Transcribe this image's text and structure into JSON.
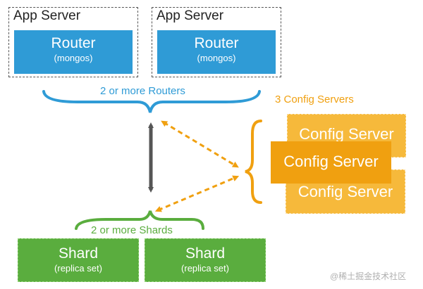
{
  "app_servers": [
    {
      "title": "App Server",
      "router_label": "Router",
      "router_sub": "(mongos)"
    },
    {
      "title": "App Server",
      "router_label": "Router",
      "router_sub": "(mongos)"
    }
  ],
  "routers_label": "2 or more Routers",
  "config": {
    "heading": "3 Config Servers",
    "servers": [
      "Config Server",
      "Config Server",
      "Config Server"
    ]
  },
  "shards_label": "2 or more Shards",
  "shards": [
    {
      "label": "Shard",
      "sub": "(replica set)"
    },
    {
      "label": "Shard",
      "sub": "(replica set)"
    }
  ],
  "watermark": "@稀土掘金技术社区",
  "colors": {
    "router_blue": "#2f9bd6",
    "shard_green": "#5aad3e",
    "config_orange": "#f0a010",
    "config_orange_light": "#f6b93b",
    "connector_gray": "#555555"
  }
}
